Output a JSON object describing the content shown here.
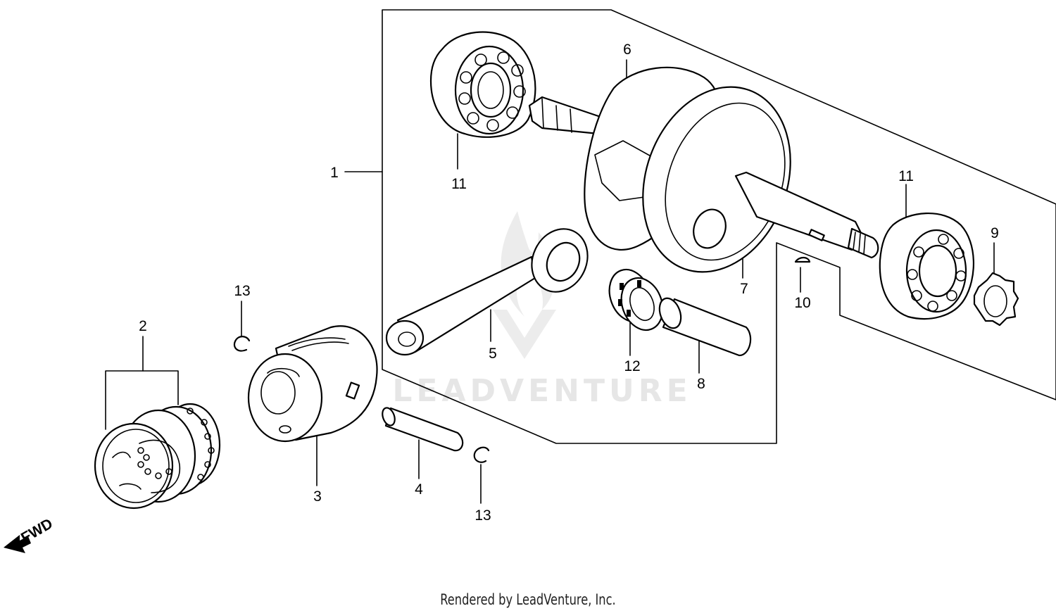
{
  "watermark": "LEADVENTURE",
  "fwd_label": "FWD",
  "footer": "Rendered by LeadVenture, Inc.",
  "callouts": {
    "c1": "1",
    "c2": "2",
    "c3": "3",
    "c4": "4",
    "c5": "5",
    "c6": "6",
    "c7": "7",
    "c8": "8",
    "c9": "9",
    "c10": "10",
    "c11a": "11",
    "c11b": "11",
    "c12": "12",
    "c13a": "13",
    "c13b": "13"
  }
}
